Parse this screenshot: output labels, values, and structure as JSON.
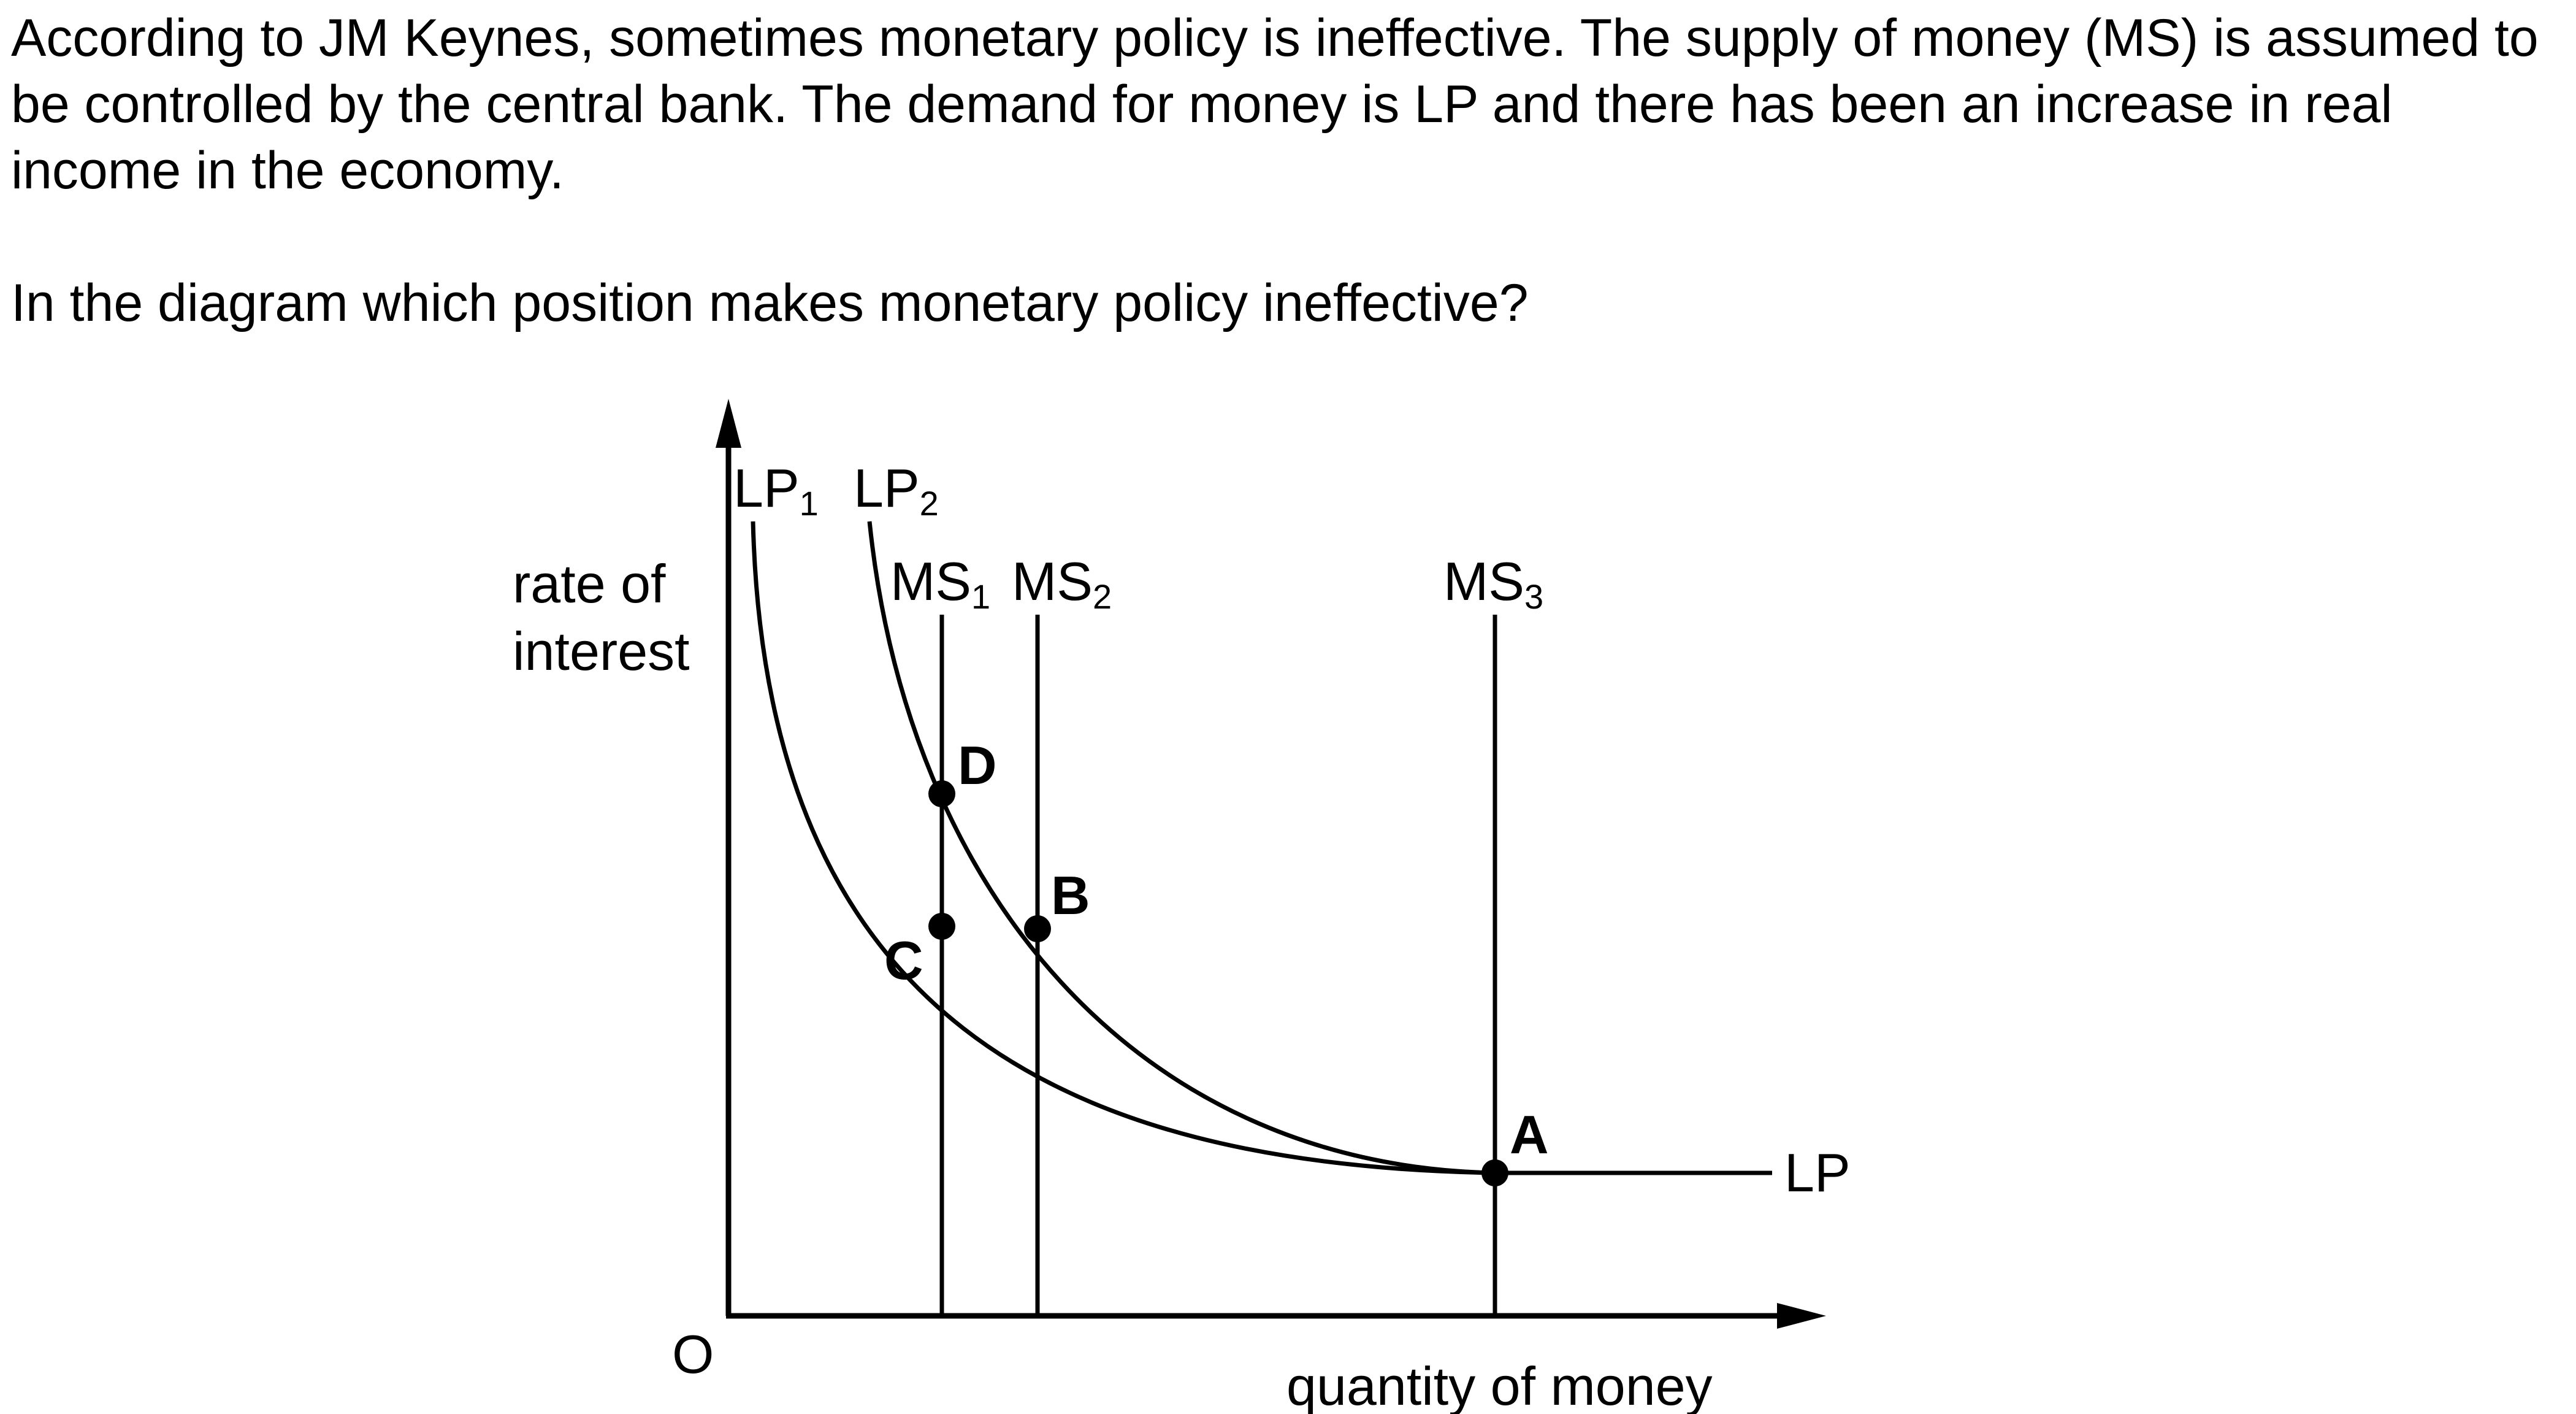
{
  "question": {
    "paragraph_1": "According to JM Keynes, sometimes monetary policy is ineffective. The supply of money (MS) is assumed to be controlled by the central bank. The demand for money is LP and there has been an increase in real income in the economy.",
    "paragraph_2": "In the diagram which position makes monetary policy ineffective?"
  },
  "diagram": {
    "y_axis_label_line1": "rate of",
    "y_axis_label_line2": "interest",
    "x_axis_label": "quantity of money",
    "origin_label": "O",
    "curves": {
      "lp1": {
        "base": "LP",
        "sub": "1"
      },
      "lp2": {
        "base": "LP",
        "sub": "2"
      },
      "ms1": {
        "base": "MS",
        "sub": "1"
      },
      "ms2": {
        "base": "MS",
        "sub": "2"
      },
      "ms3": {
        "base": "MS",
        "sub": "3"
      },
      "lp": "LP"
    },
    "points": {
      "a": "A",
      "b": "B",
      "c": "C",
      "d": "D"
    }
  }
}
